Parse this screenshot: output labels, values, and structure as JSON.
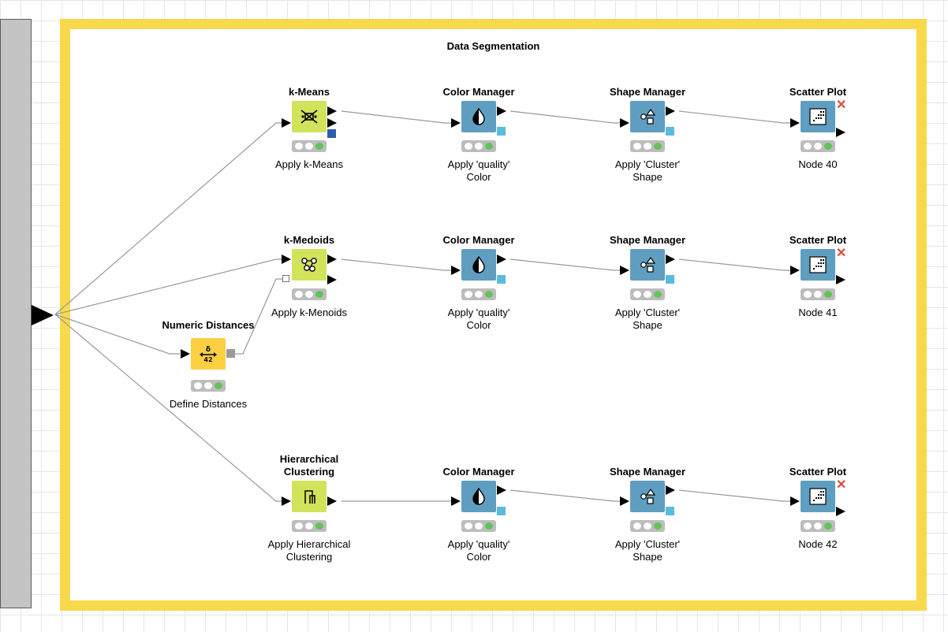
{
  "annotation": {
    "title": "Data Segmentation"
  },
  "nodes": {
    "kmeans": {
      "title": "k-Means",
      "label": "Apply k-Means"
    },
    "color1": {
      "title": "Color Manager",
      "label": "Apply 'quality'\nColor"
    },
    "shape1": {
      "title": "Shape Manager",
      "label": "Apply 'Cluster'\nShape"
    },
    "scatter1": {
      "title": "Scatter Plot",
      "label": "Node 40"
    },
    "kmedoids": {
      "title": "k-Medoids",
      "label": "Apply k-Menoids"
    },
    "color2": {
      "title": "Color Manager",
      "label": "Apply 'quality'\nColor"
    },
    "shape2": {
      "title": "Shape Manager",
      "label": "Apply 'Cluster'\nShape"
    },
    "scatter2": {
      "title": "Scatter Plot",
      "label": "Node 41"
    },
    "numdist": {
      "title": "Numeric Distances",
      "label": "Define Distances"
    },
    "hierarchical": {
      "title": "Hierarchical\nClustering",
      "label": "Apply Hierarchical\nClustering"
    },
    "color3": {
      "title": "Color Manager",
      "label": "Apply 'quality'\nColor"
    },
    "shape3": {
      "title": "Shape Manager",
      "label": "Apply 'Cluster'\nShape"
    },
    "scatter3": {
      "title": "Scatter Plot",
      "label": "Node 42"
    }
  },
  "colors": {
    "annotation_border": "#f8d94b",
    "node_green": "#d0e35a",
    "node_blue": "#5f9ec0",
    "node_yellow": "#fdd041",
    "port_cyan": "#5bbbdc",
    "status_green": "#63c35a"
  },
  "icons": {
    "kmeans": "kmeans-icon",
    "color": "color-manager-icon",
    "shape": "shape-manager-icon",
    "scatter": "scatter-plot-icon",
    "kmedoids": "kmedoids-icon",
    "numdist": "numeric-distances-icon",
    "hierarchical": "dendrogram-icon"
  }
}
